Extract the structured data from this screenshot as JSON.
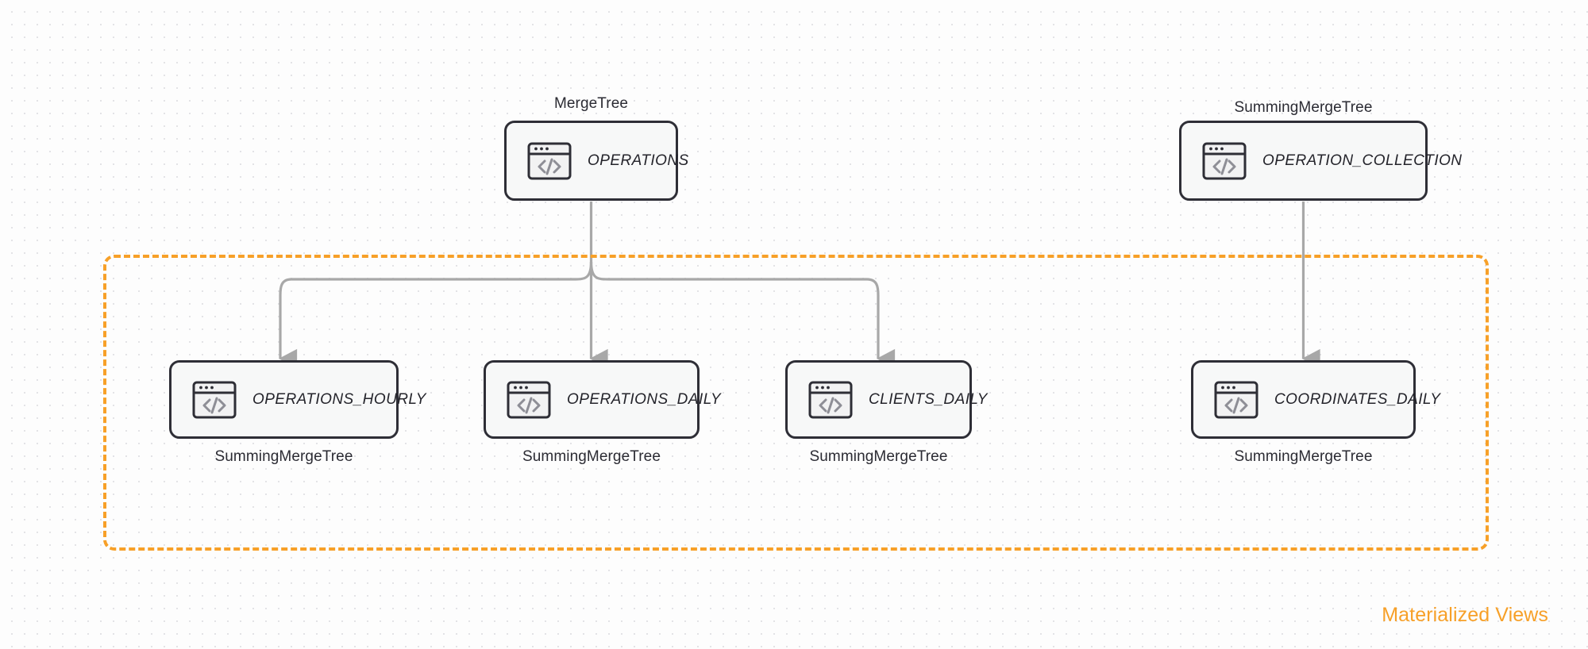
{
  "diagram": {
    "group": {
      "label": "Materialized Views",
      "color": "#f7a028",
      "style": "dashed"
    },
    "edge_color": "#a8a8a8",
    "node_border_color": "#2e2e36",
    "node_fill_color": "#f7f8f8",
    "icon_name": "code-window-icon",
    "sources": [
      {
        "id": "operations",
        "label": "OPERATIONS",
        "engine": "MergeTree",
        "engine_position": "above"
      },
      {
        "id": "operation_collection",
        "label": "OPERATION_COLLECTION",
        "engine": "SummingMergeTree",
        "engine_position": "above"
      }
    ],
    "views": [
      {
        "id": "operations_hourly",
        "label": "OPERATIONS_HOURLY",
        "engine": "SummingMergeTree",
        "engine_position": "below",
        "parent": "operations"
      },
      {
        "id": "operations_daily",
        "label": "OPERATIONS_DAILY",
        "engine": "SummingMergeTree",
        "engine_position": "below",
        "parent": "operations"
      },
      {
        "id": "clients_daily",
        "label": "CLIENTS_DAILY",
        "engine": "SummingMergeTree",
        "engine_position": "below",
        "parent": "operations"
      },
      {
        "id": "coordinates_daily",
        "label": "COORDINATES_DAILY",
        "engine": "SummingMergeTree",
        "engine_position": "below",
        "parent": "operation_collection"
      }
    ]
  }
}
